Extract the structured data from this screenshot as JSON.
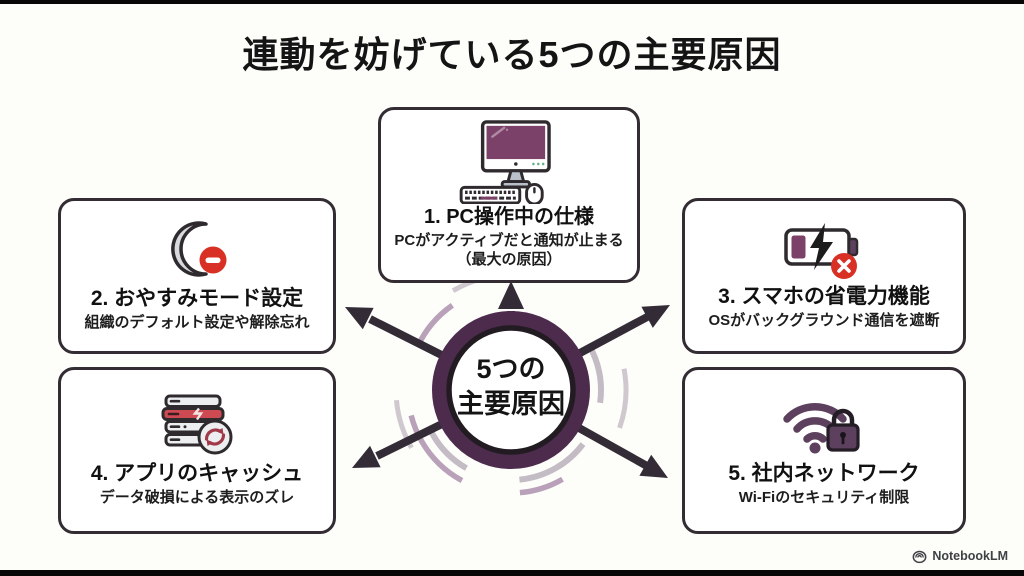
{
  "page": {
    "title": "連動を妨げている5つの主要原因"
  },
  "hub": {
    "line1": "5つの",
    "line2": "主要原因"
  },
  "causes": [
    {
      "title": "1. PC操作中の仕様",
      "subtitle": "PCがアクティブだと通知が止まる（最大の原因）",
      "icon": "desktop-computer-icon"
    },
    {
      "title": "2. おやすみモード設定",
      "subtitle": "組織のデフォルト設定や解除忘れ",
      "icon": "do-not-disturb-moon-icon"
    },
    {
      "title": "3. スマホの省電力機能",
      "subtitle": "OSがバックグラウンド通信を遮断",
      "icon": "battery-saver-blocked-icon"
    },
    {
      "title": "4. アプリのキャッシュ",
      "subtitle": "データ破損による表示のズレ",
      "icon": "corrupted-cache-sync-icon"
    },
    {
      "title": "5. 社内ネットワーク",
      "subtitle": "Wi-Fiのセキュリティ制限",
      "icon": "wifi-security-lock-icon"
    }
  ],
  "footer": {
    "brand": "NotebookLM"
  },
  "colors": {
    "accent_purple": "#7b4168",
    "ring_purple": "#4d2b4d",
    "arrow_dark": "#332b35",
    "alert_red": "#d93025",
    "icon_plum": "#5d3f5e",
    "icon_gray": "#d9dade",
    "border_dark": "#332d33"
  }
}
